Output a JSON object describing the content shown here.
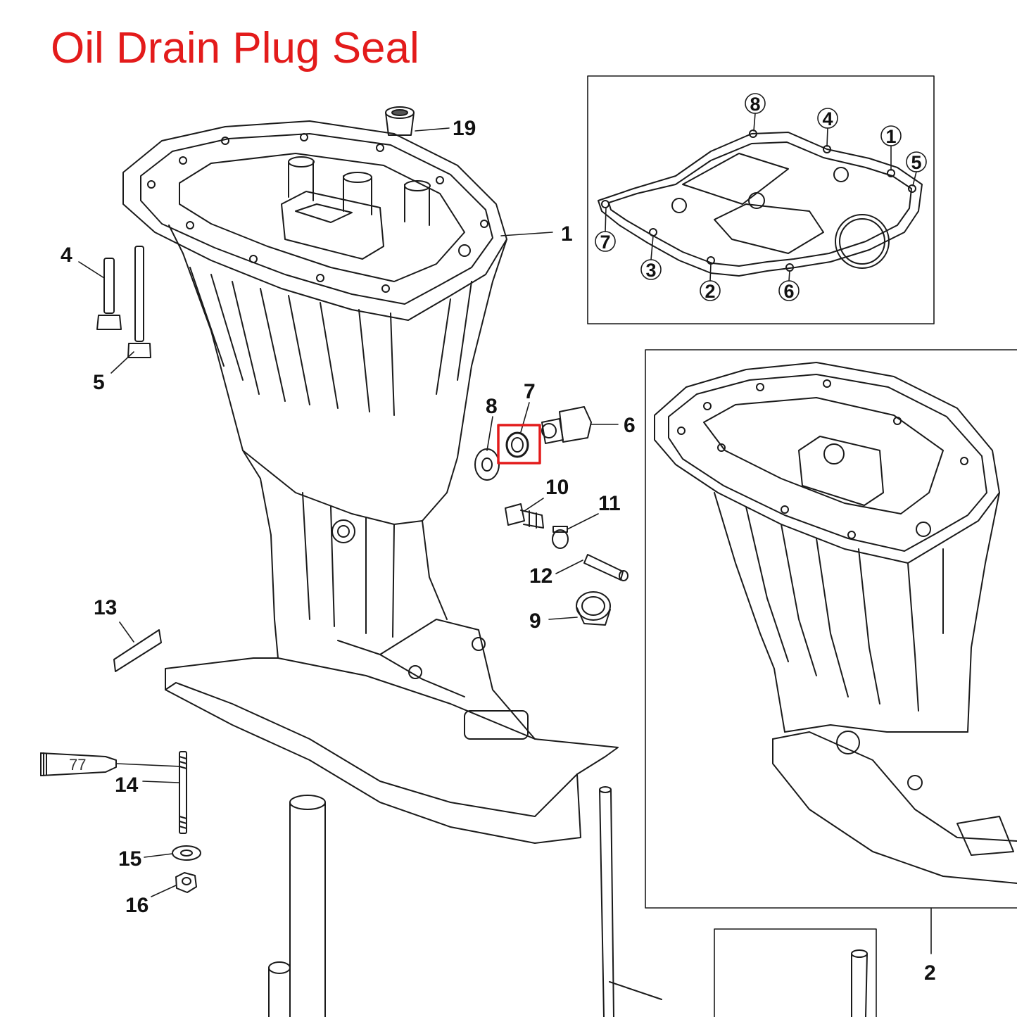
{
  "title": "Oil Drain Plug Seal",
  "highlight_color": "#e31b1b",
  "callouts": {
    "c1": "1",
    "c2": "2",
    "c4": "4",
    "c5": "5",
    "c6": "6",
    "c7": "7",
    "c8": "8",
    "c9": "9",
    "c10": "10",
    "c11": "11",
    "c12": "12",
    "c13": "13",
    "c14": "14",
    "c15": "15",
    "c16": "16",
    "c19": "19"
  },
  "inset_gasket_numbers": {
    "n1": "1",
    "n2": "2",
    "n3": "3",
    "n4": "4",
    "n5": "5",
    "n6": "6",
    "n7": "7",
    "n8": "8"
  },
  "sealant_tube_label": "77"
}
